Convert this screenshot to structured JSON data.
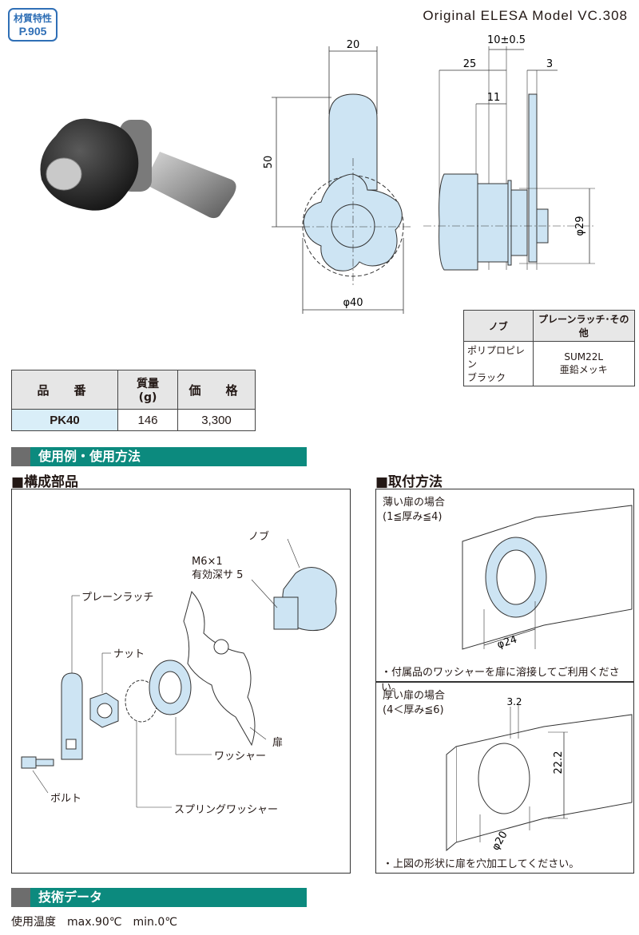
{
  "badge": {
    "line1": "材質特性",
    "line2": "P.905"
  },
  "model_title": "Original  ELESA  Model  VC.308",
  "dims": {
    "d20": "20",
    "d10": "10±0.5",
    "d25": "25",
    "d3": "3",
    "d11": "11",
    "d50": "50",
    "phi29": "φ29",
    "phi40": "φ40"
  },
  "spec_table": {
    "headers": [
      "ノブ",
      "プレーンラッチ･その他"
    ],
    "rows": [
      [
        "ポリプロピレン\nブラック",
        "SUM22L\n亜鉛メッキ"
      ]
    ]
  },
  "price_table": {
    "headers": [
      "品　番",
      "質量\n(g)",
      "価　格"
    ],
    "row": {
      "part": "PK40",
      "mass": "146",
      "price": "3,300"
    }
  },
  "section_usage": "使用例・使用方法",
  "parts_title": "■構成部品",
  "mount_title": "■取付方法",
  "parts_labels": {
    "knob": "ノブ",
    "thread": "M6×1\n有効深サ 5",
    "latch": "プレーンラッチ",
    "nut": "ナット",
    "washer": "ワッシャー",
    "door": "扉",
    "bolt": "ボルト",
    "spring_washer": "スプリングワッシャー"
  },
  "thin": {
    "title": "薄い扉の場合\n(1≦厚み≦4)",
    "dim": "φ24",
    "note": "・付属品のワッシャーを扉に溶接してご利用ください。"
  },
  "thick": {
    "title": "厚い扉の場合\n(4＜厚み≦6)",
    "dim_w": "3.2",
    "dim_h": "22.2",
    "dim_d": "φ20",
    "note": "・上図の形状に扉を穴加工してください。"
  },
  "section_tech": "技術データ",
  "temp": "使用温度　max.90℃　min.0℃",
  "colors": {
    "teal": "#0c8a7e",
    "blue_fill": "#cde4f3",
    "badge_blue": "#2f6fb6",
    "light_blue_row": "#d9eef8"
  }
}
